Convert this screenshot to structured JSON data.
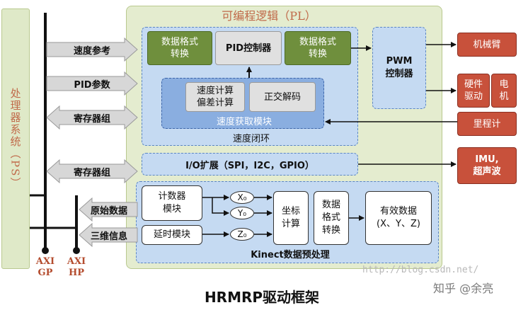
{
  "ps": {
    "label": "处理器系统（PS）"
  },
  "pl": {
    "title": "可编程逻辑（PL）"
  },
  "speed_loop": {
    "label": "速度闭环",
    "fmt_left": "数据格式\n转换",
    "pid": "PID控制器",
    "fmt_right": "数据格式\n转换",
    "acq_title": "速度获取模块",
    "calc": "速度计算\n偏差计算",
    "decode": "正交解码"
  },
  "pwm": "PWM\n控制器",
  "io_ext": "I/O扩展（SPI，I2C，GPIO）",
  "kinect": {
    "title": "Kinect数据预处理",
    "counter": "计数器\n模块",
    "delay": "延时模块",
    "x0": "X₀",
    "y0": "Y₀",
    "z0": "Z₀",
    "coord": "坐标\n计算",
    "fmt": "数据\n格式\n转换",
    "valid": "有效数据\n(X、Y、Z)"
  },
  "left_arrows": [
    "速度参考",
    "PID参数",
    "寄存器组",
    "寄存器组",
    "原始数据",
    "三维信息"
  ],
  "bus": {
    "gp": "AXI\nGP",
    "hp": "AXI\nHP"
  },
  "devices": {
    "arm": "机械臂",
    "hw_drive": "硬件\n驱动",
    "motor": "电\n机",
    "odometer": "里程计",
    "imu": "IMU,\n超声波"
  },
  "watermark": {
    "url": "http://blog.csdn.net/",
    "zhihu": "知乎 @余亮"
  },
  "caption": "HRMRP驱动框架"
}
